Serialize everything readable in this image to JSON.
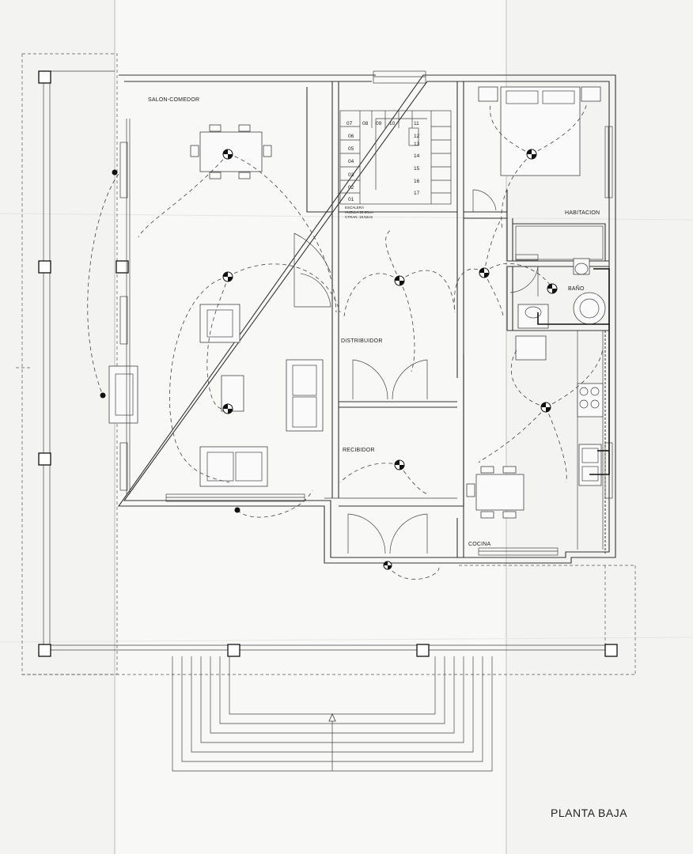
{
  "title": "PLANTA BAJA",
  "rooms": {
    "salon": "SALON-COMEDOR",
    "habitacion": "HABITACION",
    "bano": "BAÑO",
    "distribuidor": "DISTRIBUIDOR",
    "recibidor": "RECIBIDOR",
    "cocina": "COCINA"
  },
  "stair": {
    "line1": "ESCALERA",
    "line2": "HUELLA 28.00cm",
    "line3": "CTRAN. 18.52cm",
    "steps_left": [
      "07",
      "06",
      "05",
      "04",
      "03",
      "02",
      "01"
    ],
    "steps_top": [
      "08",
      "09",
      "10"
    ],
    "steps_right": [
      "11",
      "12",
      "13",
      "14",
      "15",
      "16",
      "17"
    ]
  }
}
